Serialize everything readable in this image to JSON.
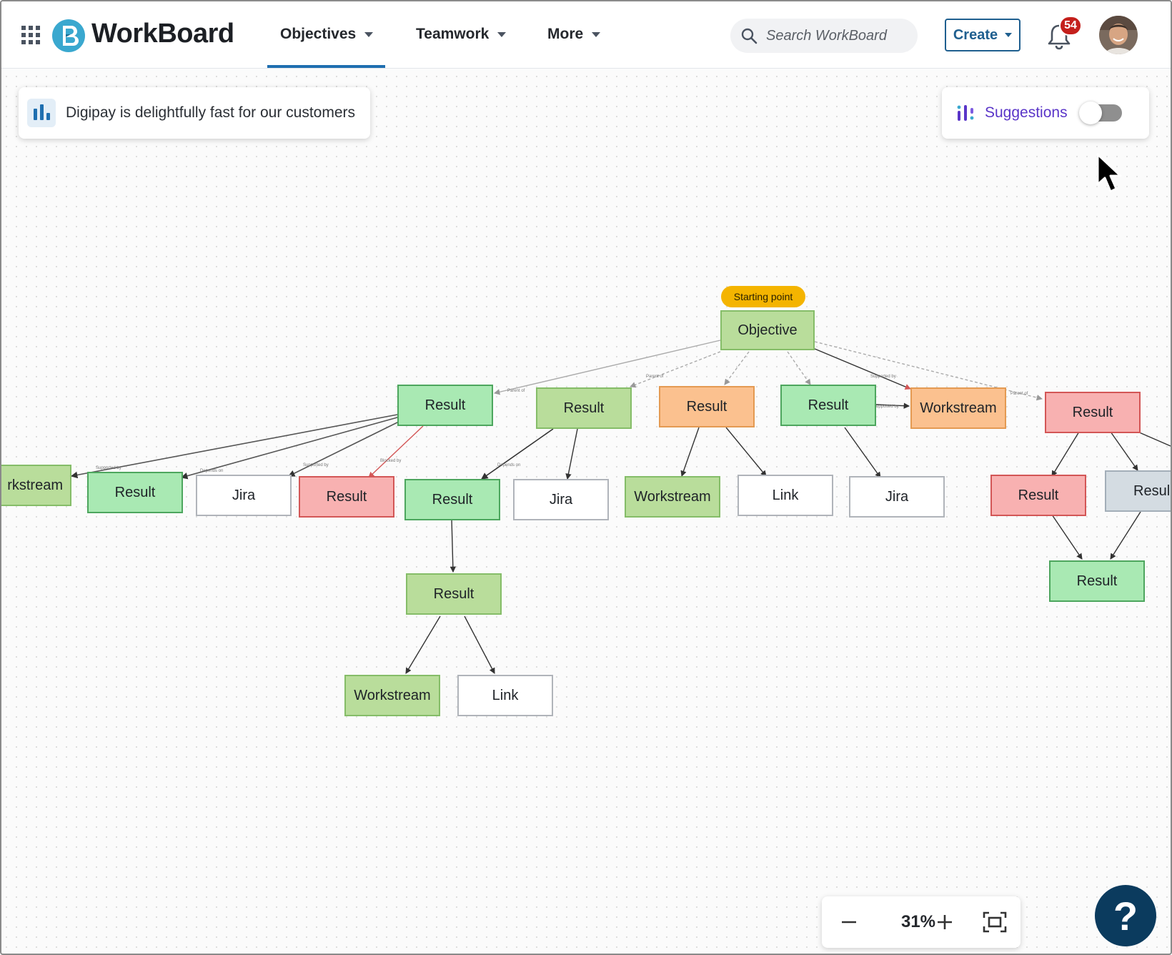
{
  "header": {
    "brand": "WorkBoard",
    "nav": [
      {
        "label": "Objectives"
      },
      {
        "label": "Teamwork"
      },
      {
        "label": "More"
      }
    ],
    "search_placeholder": "Search WorkBoard",
    "create_label": "Create",
    "notifications_count": "54"
  },
  "objective_card": {
    "title": "Digipay is delightfully fast for our customers"
  },
  "suggestions": {
    "label": "Suggestions",
    "enabled": false
  },
  "graph": {
    "start_badge": "Starting point",
    "nodes": [
      {
        "label": "Objective"
      },
      {
        "label": "Result"
      },
      {
        "label": "Result"
      },
      {
        "label": "Result"
      },
      {
        "label": "Result"
      },
      {
        "label": "Workstream"
      },
      {
        "label": "Result"
      },
      {
        "label": "rkstream"
      },
      {
        "label": "Result"
      },
      {
        "label": "Jira"
      },
      {
        "label": "Result"
      },
      {
        "label": "Result"
      },
      {
        "label": "Jira"
      },
      {
        "label": "Workstream"
      },
      {
        "label": "Link"
      },
      {
        "label": "Jira"
      },
      {
        "label": "Result"
      },
      {
        "label": "Resul"
      },
      {
        "label": "Result"
      },
      {
        "label": "Result"
      },
      {
        "label": "Workstream"
      },
      {
        "label": "Link"
      }
    ],
    "edge_labels": {
      "parent_of": "Parent of",
      "supported_by": "Supported by",
      "depends_on": "Depends on",
      "blocked_by": "Blocked by"
    }
  },
  "zoom": {
    "value": "31%"
  },
  "help_label": "?",
  "colors": {
    "accent": "#1f6fb0",
    "create_border": "#1f5f8f",
    "badge": "#c4201c",
    "start_badge": "#f4b400",
    "suggestions_text": "#5a35c8",
    "help_bg": "#0b3b5e"
  }
}
